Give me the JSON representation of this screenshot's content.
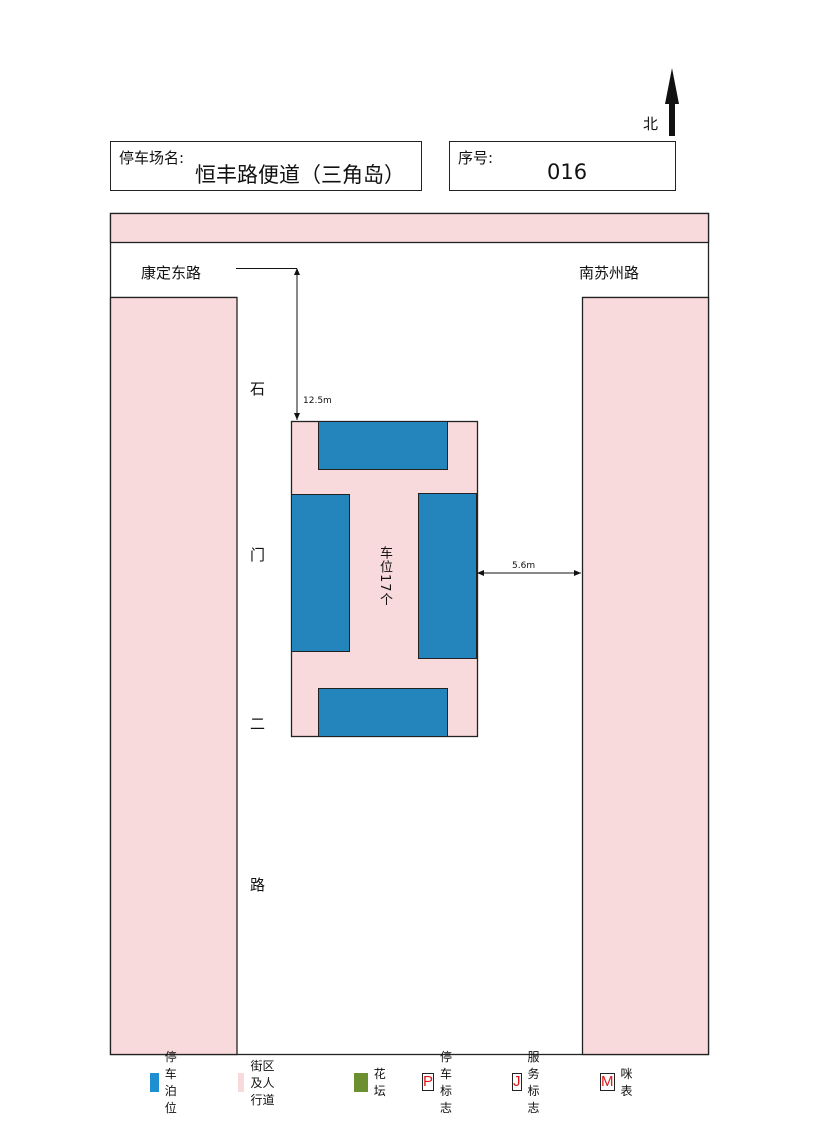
{
  "north": {
    "label": "北"
  },
  "header": {
    "name_label": "停车场名:",
    "name_value": "恒丰路便道（三角岛）",
    "seq_label": "序号:",
    "seq_value": "016"
  },
  "roads": {
    "top": "康定东路",
    "right": "南苏州路",
    "left_chars": [
      "石",
      "门",
      "二",
      "路"
    ]
  },
  "dimensions": {
    "north_offset": "12.5m",
    "east_offset": "5.6m"
  },
  "parking": {
    "spaces_label": "车位17个"
  },
  "colors": {
    "parking": "#2484bc",
    "street": "#f9dadc",
    "flower_bed": "#6c8f2f",
    "sign_letter": "#e01818"
  },
  "legend": [
    {
      "type": "swatch",
      "color": "#1f8fd2",
      "label": "停车泊位"
    },
    {
      "type": "swatch",
      "color": "#f9dadc",
      "label": "街区及人行道"
    },
    {
      "type": "swatch",
      "color": "#6c8f2f",
      "label": "花坛"
    },
    {
      "type": "letter",
      "letter": "P",
      "label": "停车标志"
    },
    {
      "type": "letter",
      "letter": "J",
      "label": "服务标志"
    },
    {
      "type": "letter",
      "letter": "M",
      "label": "咪表"
    }
  ]
}
